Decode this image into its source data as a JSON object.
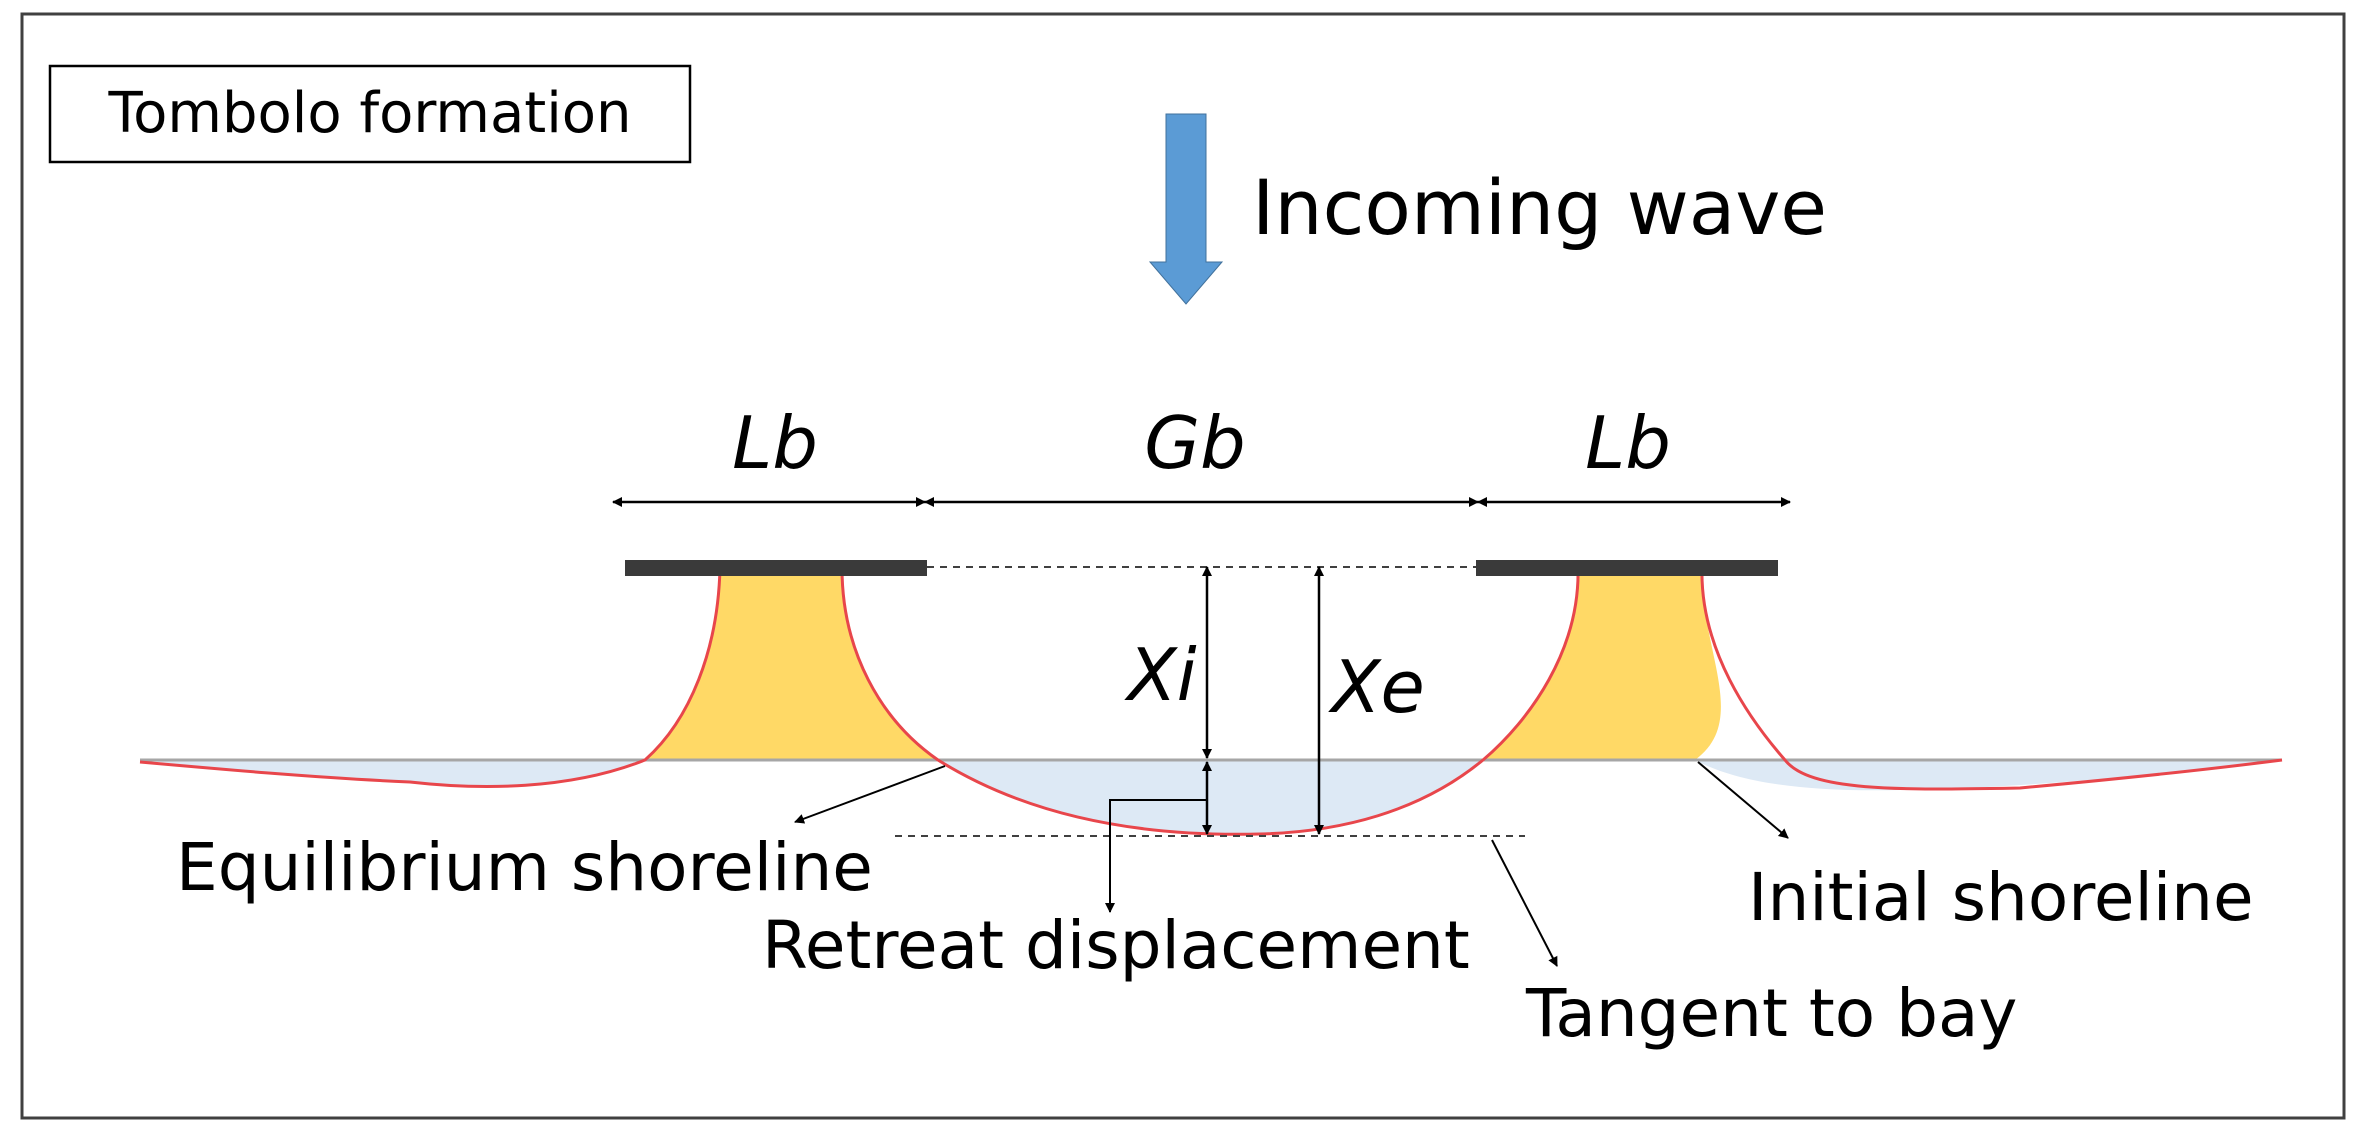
{
  "diagram": {
    "title": "Tombolo formation",
    "wave_label": "Incoming wave",
    "dimensions": {
      "breakwater_length_left": "Lb",
      "gap_width": "Gb",
      "breakwater_length_right": "Lb",
      "xi": "Xi",
      "xe": "Xe"
    },
    "callouts": {
      "equilibrium_shoreline": "Equilibrium shoreline",
      "retreat_displacement": "Retreat displacement",
      "tangent_to_bay": "Tangent to bay",
      "initial_shoreline": "Initial shoreline"
    },
    "colors": {
      "wave_arrow": "#5b9bd5",
      "tombolo_fill": "#ffd966",
      "shoreline_curve": "#e8464b",
      "water_fill": "#dde9f5",
      "breakwater": "#3a3a3a",
      "frame": "#404040"
    }
  }
}
